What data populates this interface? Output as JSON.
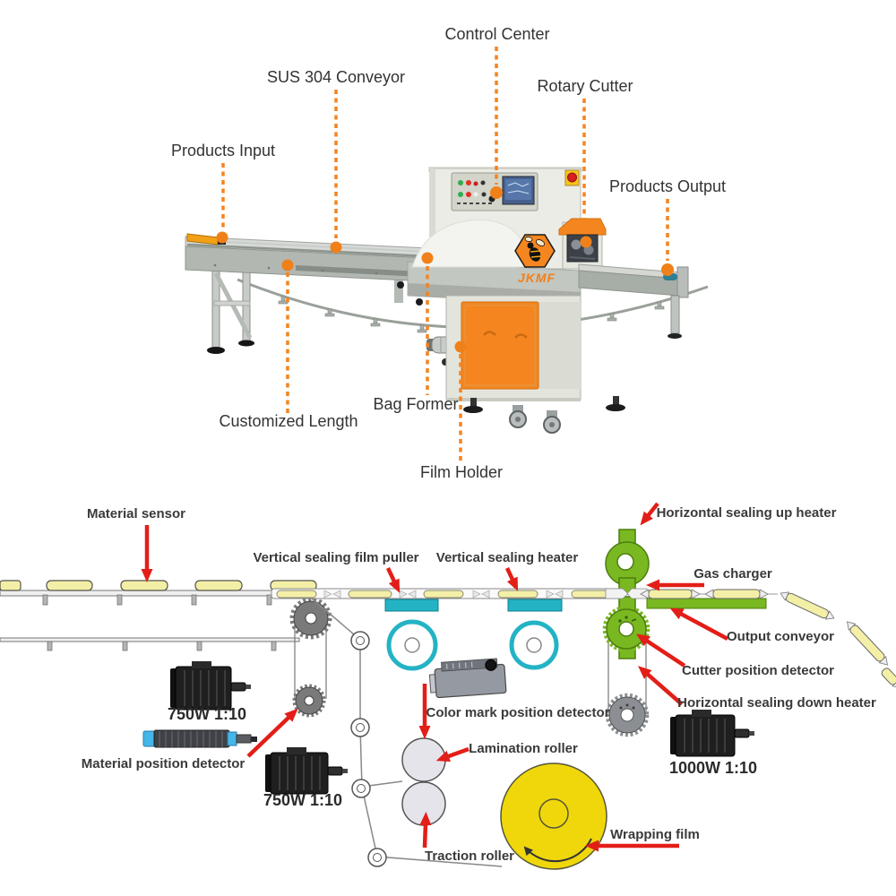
{
  "colors": {
    "callout_orange": "#f5831f",
    "arrow_red": "#e31e18",
    "machine_orange": "#f5861f",
    "heater_green": "#79b821",
    "sealer_cyan": "#24b3c5",
    "film_roll_yellow": "#efd70b",
    "product_yellow": "#f3efa7"
  },
  "machine_view": {
    "brand": "JKMF",
    "callouts": {
      "control_center": "Control Center",
      "sus_conveyor": "SUS 304 Conveyor",
      "rotary_cutter": "Rotary Cutter",
      "products_input": "Products Input",
      "products_output": "Products Output",
      "customized_length": "Customized Length",
      "bag_former": "Bag Former",
      "film_holder": "Film Holder"
    }
  },
  "diagram_view": {
    "labels": {
      "material_sensor": "Material sensor",
      "vertical_sealing_film_puller": "Vertical sealing film puller",
      "vertical_sealing_heater": "Vertical sealing heater",
      "horizontal_sealing_up_heater": "Horizontal sealing up heater",
      "gas_charger": "Gas charger",
      "output_conveyor": "Output conveyor",
      "cutter_position_detector": "Cutter position detector",
      "horizontal_sealing_down_heater": "Horizontal sealing down heater",
      "color_mark_position_detector": "Color mark position detector",
      "lamination_roller": "Lamination roller",
      "traction_roller": "Traction roller",
      "wrapping_film": "Wrapping film",
      "material_position_detector": "Material position detector"
    },
    "motors": {
      "conveyor_motor": "750W 1:10",
      "film_motor": "750W 1:10",
      "cutter_motor": "1000W 1:10"
    }
  }
}
